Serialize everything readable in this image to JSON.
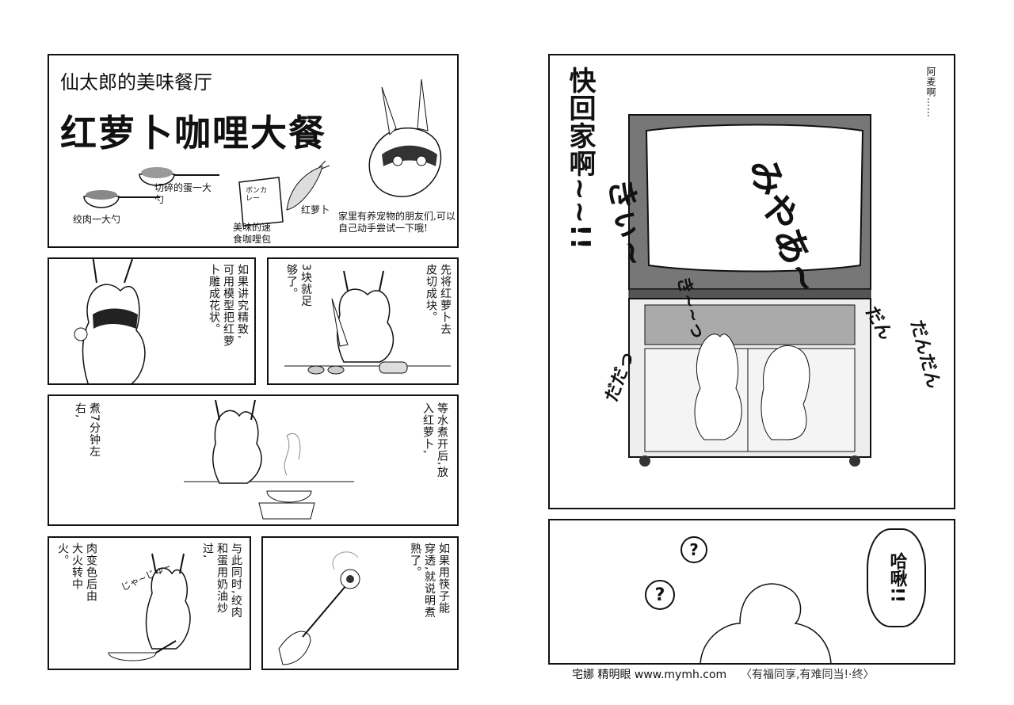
{
  "left_page": {
    "title_panel": {
      "series_title": "仙太郎的美味餐厅",
      "dish_title": "红萝卜咖哩大餐",
      "ingredients": [
        "绞肉一大勺",
        "切碎的蛋一大勺",
        "美味的速食咖哩包",
        "红萝卜"
      ],
      "curry_pack_label": "ボンカレー",
      "note": "家里有养宠物的朋友们,可以自己动手尝试一下哦!"
    },
    "panel_2": {
      "text": "如果讲究精致,可用模型把红萝卜雕成花状。"
    },
    "panel_3": {
      "text_a": "先将红萝卜去皮切成块。",
      "text_b": "3块就足够了。"
    },
    "panel_4": {
      "text_a": "等水煮开后,放入红萝卜,",
      "text_b": "煮7分钟左右,"
    },
    "panel_5": {
      "text_a": "与此同时,绞肉和蛋用奶油炒过,",
      "text_b": "肉变色后由大火转中火。",
      "sfx": "じゃ~じゅ~"
    },
    "panel_6": {
      "text": "如果用筷子能穿透,就说明煮熟了。"
    }
  },
  "right_page": {
    "panel_1": {
      "shout": "快回家啊~~!!",
      "whisper": "阿麦啊……",
      "sfx": [
        "みやあ~",
        "きぃ~",
        "き~~っ",
        "だん",
        "だんだん",
        "だだっ"
      ]
    },
    "panel_2": {
      "sneeze": "哈啾!!",
      "question_marks": [
        "?",
        "?"
      ]
    }
  },
  "footer": {
    "watermark": "宅娜 精明眼 www.mymh.com",
    "ending": "〈有福同享,有难同当!·终〉"
  }
}
